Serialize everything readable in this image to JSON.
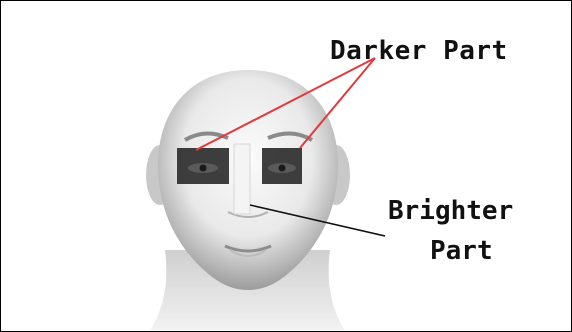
{
  "annotations": {
    "darker_label": "Darker Part",
    "brighter_label_line1": "Brighter",
    "brighter_label_line2": "Part"
  },
  "colors": {
    "darker_region": "#2e2e2e",
    "brighter_region": "#f4f4f4",
    "pointer_darker": "#e23a3a",
    "pointer_brighter": "#111111"
  }
}
